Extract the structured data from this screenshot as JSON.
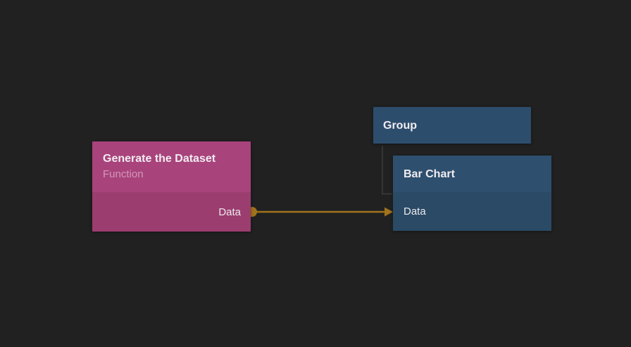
{
  "editor": {
    "background_color": "#212121",
    "wire_color": "#a1731b",
    "group_line_color": "#3c3c3c"
  },
  "nodes": {
    "generate_dataset": {
      "title": "Generate the Dataset",
      "subtitle": "Function",
      "header_color": "#a9437c",
      "body_color": "#9c3d70",
      "output_port_label": "Data"
    },
    "group": {
      "title": "Group",
      "color": "#2d4d6d"
    },
    "bar_chart": {
      "title": "Bar Chart",
      "header_color": "#2e4f6e",
      "body_color": "#2a4a66",
      "input_port_label": "Data"
    }
  },
  "connection": {
    "from_node": "Generate the Dataset",
    "from_port": "Data",
    "to_node": "Bar Chart",
    "to_port": "Data"
  }
}
